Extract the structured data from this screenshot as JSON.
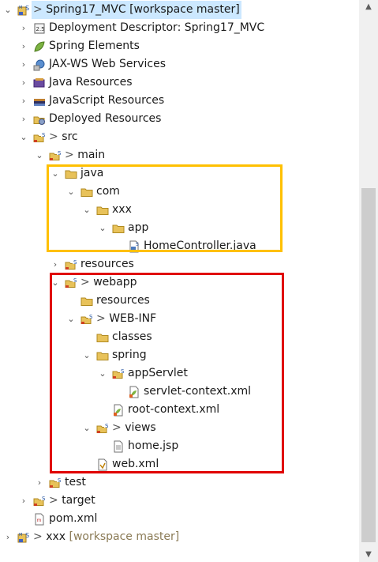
{
  "tree": [
    {
      "key": "project",
      "depth": 0,
      "chev": "⌄",
      "icon": "project-icon",
      "prefix": "> ",
      "text": "Spring17_MVC [workspace master]",
      "suffix": "",
      "selected": true
    },
    {
      "key": "deployment-descriptor",
      "depth": 1,
      "chev": "›",
      "icon": "deployment-descriptor-icon",
      "prefix": "",
      "text": "Deployment Descriptor: Spring17_MVC",
      "suffix": ""
    },
    {
      "key": "spring-elements",
      "depth": 1,
      "chev": "›",
      "icon": "spring-leaf-icon",
      "prefix": "",
      "text": "Spring Elements",
      "suffix": ""
    },
    {
      "key": "jax-ws",
      "depth": 1,
      "chev": "›",
      "icon": "web-services-icon",
      "prefix": "",
      "text": "JAX-WS Web Services",
      "suffix": ""
    },
    {
      "key": "java-resources",
      "depth": 1,
      "chev": "›",
      "icon": "java-resources-icon",
      "prefix": "",
      "text": "Java Resources",
      "suffix": ""
    },
    {
      "key": "javascript-resources",
      "depth": 1,
      "chev": "›",
      "icon": "javascript-resources-icon",
      "prefix": "",
      "text": "JavaScript Resources",
      "suffix": ""
    },
    {
      "key": "deployed-resources",
      "depth": 1,
      "chev": "›",
      "icon": "deployed-resources-icon",
      "prefix": "",
      "text": "Deployed Resources",
      "suffix": ""
    },
    {
      "key": "src",
      "depth": 1,
      "chev": "⌄",
      "icon": "folder-git-icon",
      "prefix": "> ",
      "text": "src",
      "suffix": ""
    },
    {
      "key": "main",
      "depth": 2,
      "chev": "⌄",
      "icon": "folder-git-icon",
      "prefix": "> ",
      "text": "main",
      "suffix": ""
    },
    {
      "key": "java",
      "depth": 3,
      "chev": "⌄",
      "icon": "folder-icon",
      "prefix": "",
      "text": "java",
      "suffix": ""
    },
    {
      "key": "com",
      "depth": 4,
      "chev": "⌄",
      "icon": "folder-icon",
      "prefix": "",
      "text": "com",
      "suffix": ""
    },
    {
      "key": "xxx-pkg",
      "depth": 5,
      "chev": "⌄",
      "icon": "folder-icon",
      "prefix": "",
      "text": "xxx",
      "suffix": ""
    },
    {
      "key": "app",
      "depth": 6,
      "chev": "⌄",
      "icon": "folder-icon",
      "prefix": "",
      "text": "app",
      "suffix": ""
    },
    {
      "key": "home-controller",
      "depth": 7,
      "chev": "",
      "icon": "java-file-icon",
      "prefix": "",
      "text": "HomeController.java",
      "suffix": ""
    },
    {
      "key": "resources-main",
      "depth": 3,
      "chev": "›",
      "icon": "folder-git-icon",
      "prefix": "",
      "text": "resources",
      "suffix": ""
    },
    {
      "key": "webapp",
      "depth": 3,
      "chev": "⌄",
      "icon": "folder-git-icon",
      "prefix": "> ",
      "text": "webapp",
      "suffix": ""
    },
    {
      "key": "resources-webapp",
      "depth": 4,
      "chev": "",
      "icon": "folder-icon",
      "prefix": "",
      "text": "resources",
      "suffix": ""
    },
    {
      "key": "web-inf",
      "depth": 4,
      "chev": "⌄",
      "icon": "folder-git-icon",
      "prefix": "> ",
      "text": "WEB-INF",
      "suffix": ""
    },
    {
      "key": "classes",
      "depth": 5,
      "chev": "",
      "icon": "folder-icon",
      "prefix": "",
      "text": "classes",
      "suffix": ""
    },
    {
      "key": "spring",
      "depth": 5,
      "chev": "⌄",
      "icon": "folder-icon",
      "prefix": "",
      "text": "spring",
      "suffix": ""
    },
    {
      "key": "app-servlet",
      "depth": 6,
      "chev": "⌄",
      "icon": "folder-git-icon",
      "prefix": "",
      "text": "appServlet",
      "suffix": ""
    },
    {
      "key": "servlet-context",
      "depth": 7,
      "chev": "",
      "icon": "spring-xml-icon",
      "prefix": "",
      "text": "servlet-context.xml",
      "suffix": ""
    },
    {
      "key": "root-context",
      "depth": 6,
      "chev": "",
      "icon": "spring-xml-icon",
      "prefix": "",
      "text": "root-context.xml",
      "suffix": ""
    },
    {
      "key": "views",
      "depth": 5,
      "chev": "⌄",
      "icon": "folder-git-icon",
      "prefix": "> ",
      "text": "views",
      "suffix": ""
    },
    {
      "key": "home-jsp",
      "depth": 6,
      "chev": "",
      "icon": "jsp-file-icon",
      "prefix": "",
      "text": "home.jsp",
      "suffix": ""
    },
    {
      "key": "web-xml",
      "depth": 5,
      "chev": "",
      "icon": "xml-file-icon",
      "prefix": "",
      "text": "web.xml",
      "suffix": ""
    },
    {
      "key": "test",
      "depth": 2,
      "chev": "›",
      "icon": "folder-git-icon",
      "prefix": "",
      "text": "test",
      "suffix": ""
    },
    {
      "key": "target",
      "depth": 1,
      "chev": "›",
      "icon": "folder-git-icon",
      "prefix": "> ",
      "text": "target",
      "suffix": ""
    },
    {
      "key": "pom",
      "depth": 1,
      "chev": "",
      "icon": "pom-file-icon",
      "prefix": "",
      "text": "pom.xml",
      "suffix": ""
    },
    {
      "key": "xxx-project",
      "depth": 0,
      "chev": "›",
      "icon": "project-icon",
      "prefix": "> ",
      "text": "xxx",
      "suffix": " [workspace master]"
    }
  ],
  "colors": {
    "selection": "#cce8ff",
    "highlight_yellow": "#ffc000",
    "highlight_red": "#e00000",
    "folder": "#e8c25a",
    "git_decoration": "#8a7a55"
  }
}
